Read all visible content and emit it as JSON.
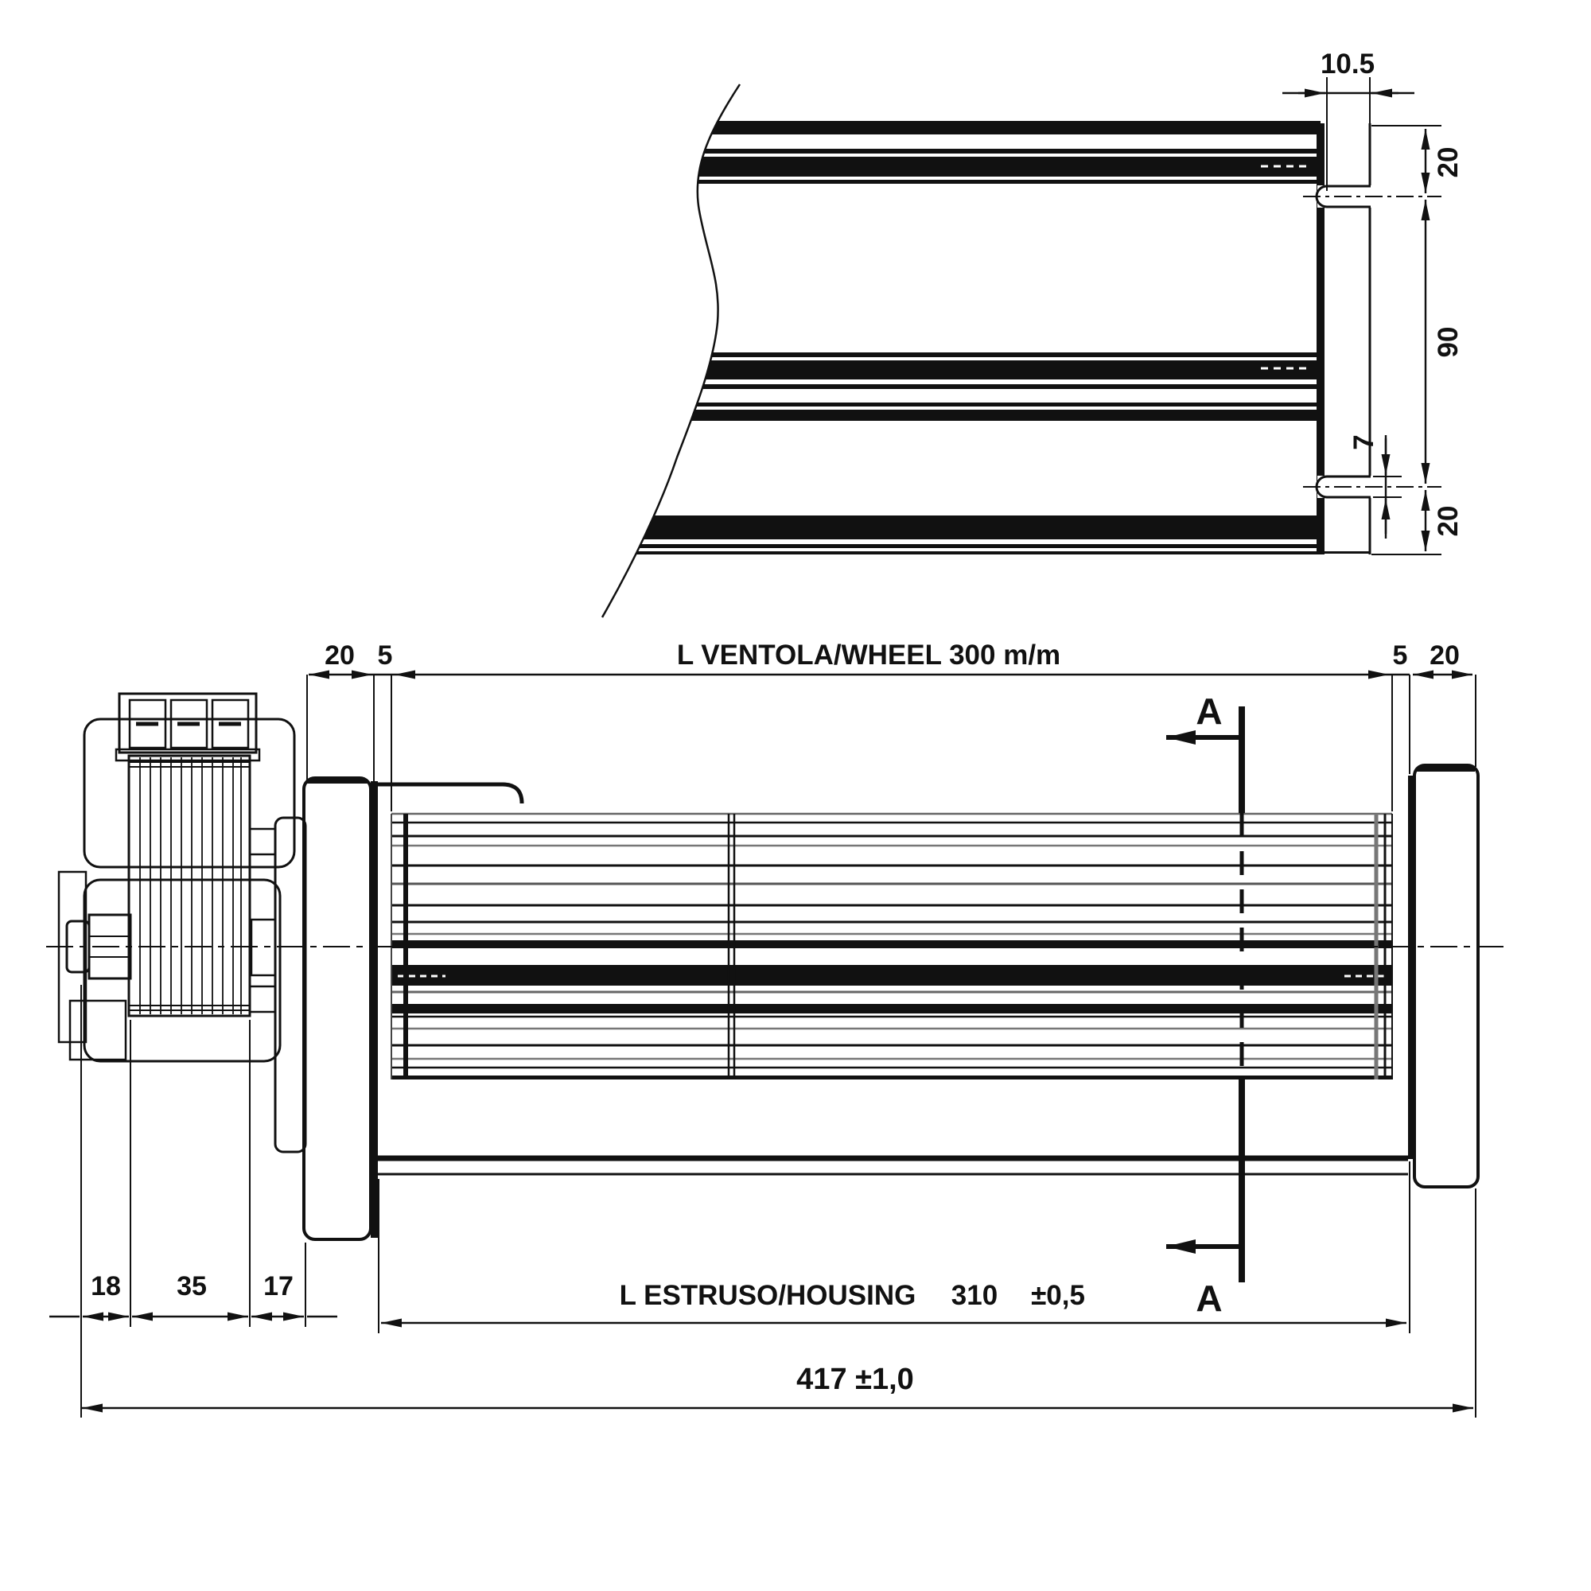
{
  "page": {
    "background": "#ffffff",
    "ink": "#111111"
  },
  "top_view": {
    "dims": {
      "slot_depth": "10.5",
      "top_to_slot": "20",
      "slot_spacing": "90",
      "slot_width": "7",
      "slot_to_bottom": "20"
    }
  },
  "side_view": {
    "dims": {
      "bracket_left": "20",
      "gap_left": "5",
      "wheel_length": "L VENTOLA/WHEEL 300 m/m",
      "gap_right": "5",
      "bracket_right": "20",
      "shaft_overhang": "18",
      "motor_body": "35",
      "motor_mount": "17",
      "housing_label": "L ESTRUSO/HOUSING",
      "housing_value": "310",
      "housing_tol": "±0,5",
      "overall": "417 ±1,0"
    },
    "section": {
      "label_top": "A",
      "label_bottom": "A"
    }
  }
}
